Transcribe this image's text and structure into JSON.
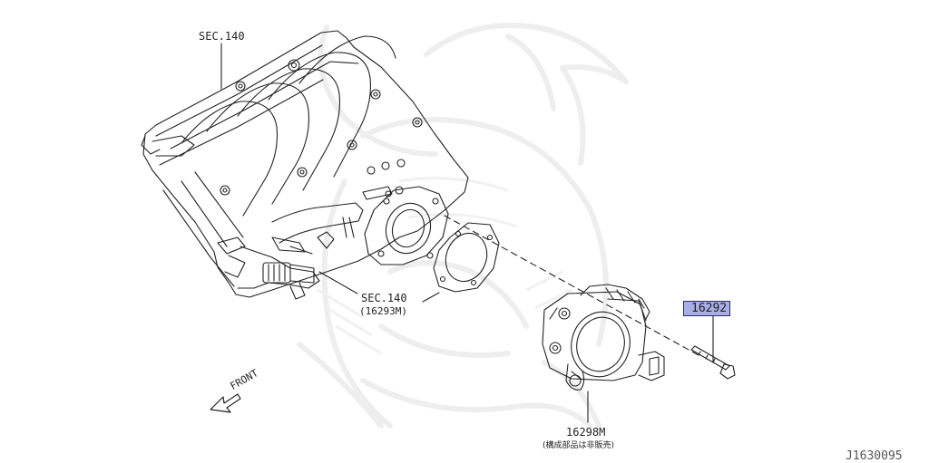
{
  "callouts": {
    "sec140_top": "SEC.140",
    "sec140_mid": "SEC.140",
    "part_16293m": "(16293M)",
    "part_16292": "16292",
    "part_16298m": "16298M",
    "part_16298m_note": "(構成部品は非販売)",
    "front": "FRONT"
  },
  "diagram_id": "J1630095",
  "colors": {
    "highlight": "#a9aee6",
    "line": "#222222",
    "watermark": "#eeeeee"
  },
  "icons": {
    "front_arrow": "front-arrow-icon",
    "watermark": "samurai-watermark"
  }
}
